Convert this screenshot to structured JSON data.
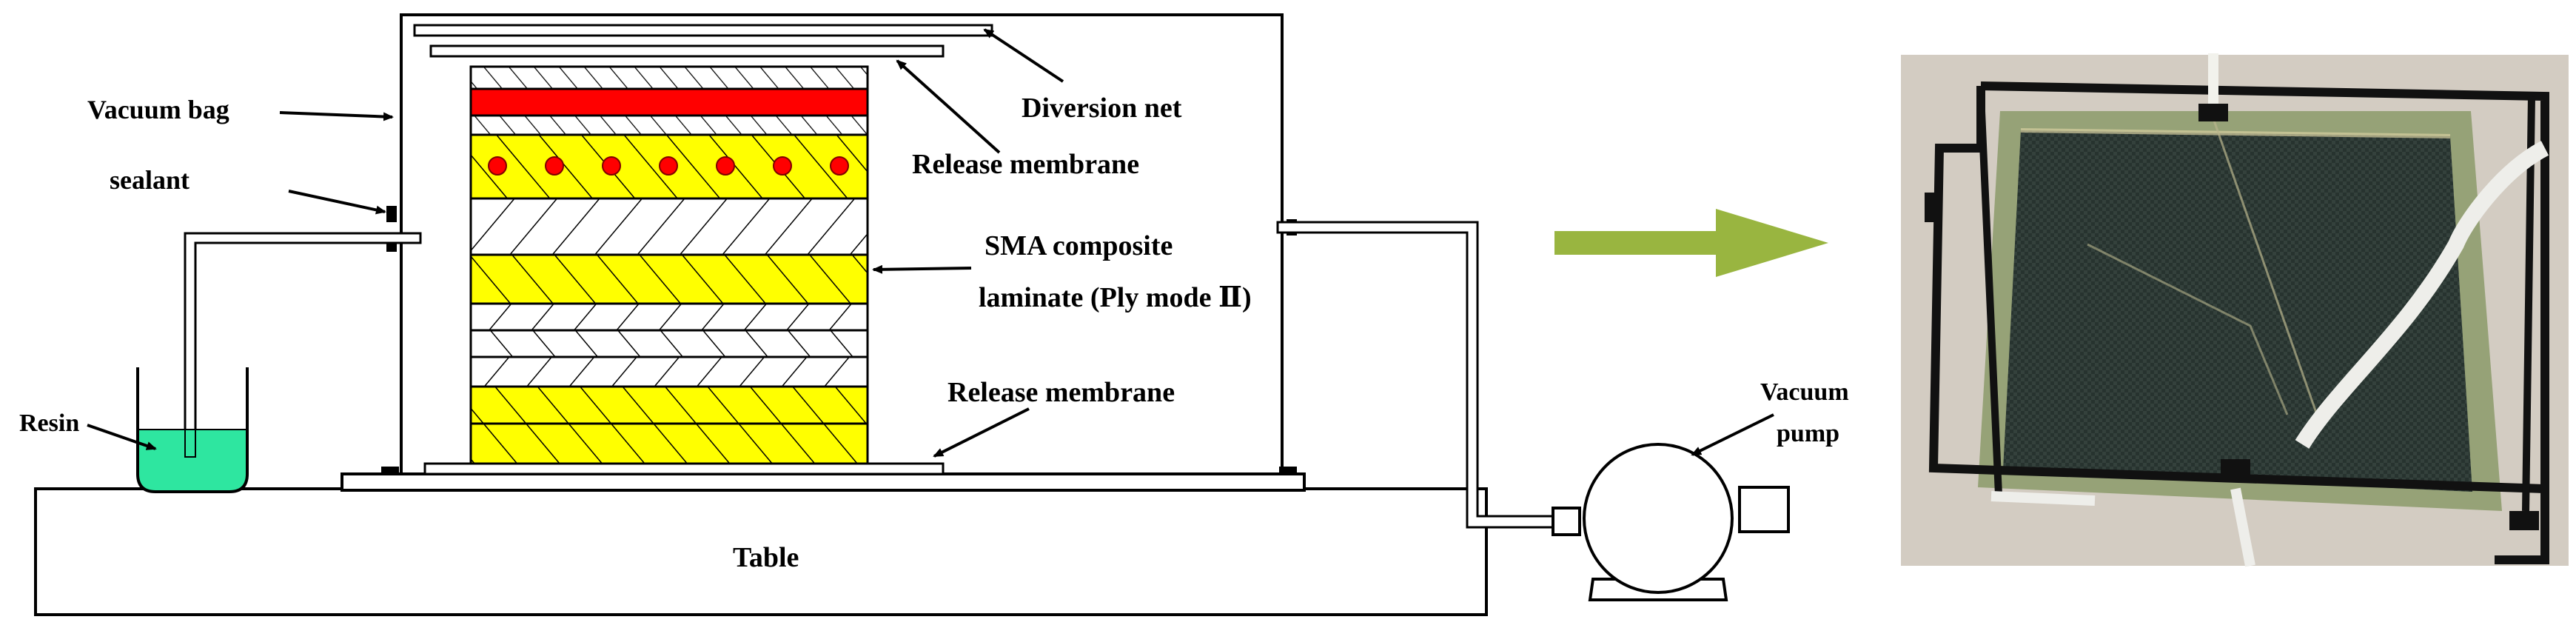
{
  "labels": {
    "vacuum_bag": "Vacuum bag",
    "sealant": "sealant",
    "resin": "Resin",
    "table": "Table",
    "diversion_net": "Diversion net",
    "release_membrane_top": "Release membrane",
    "sma_line1": "SMA composite",
    "sma_line2": "laminate (Ply mode Ⅱ)",
    "release_membrane_bottom": "Release membrane",
    "vacuum_pump_line1": "Vacuum",
    "vacuum_pump_line2": "pump"
  },
  "colors": {
    "outline": "#000000",
    "red_layer": "#ff0000",
    "yellow_layer": "#ffff00",
    "resin": "#2ee6a0",
    "arrow_green": "#99b540",
    "photo_bg": "#c9c1b5",
    "laminate_dark": "#1e2a27",
    "film_green": "#8b9a6a"
  },
  "icons": {
    "transition": "right-arrow-icon",
    "photo": "vacuum-bag-photo"
  }
}
